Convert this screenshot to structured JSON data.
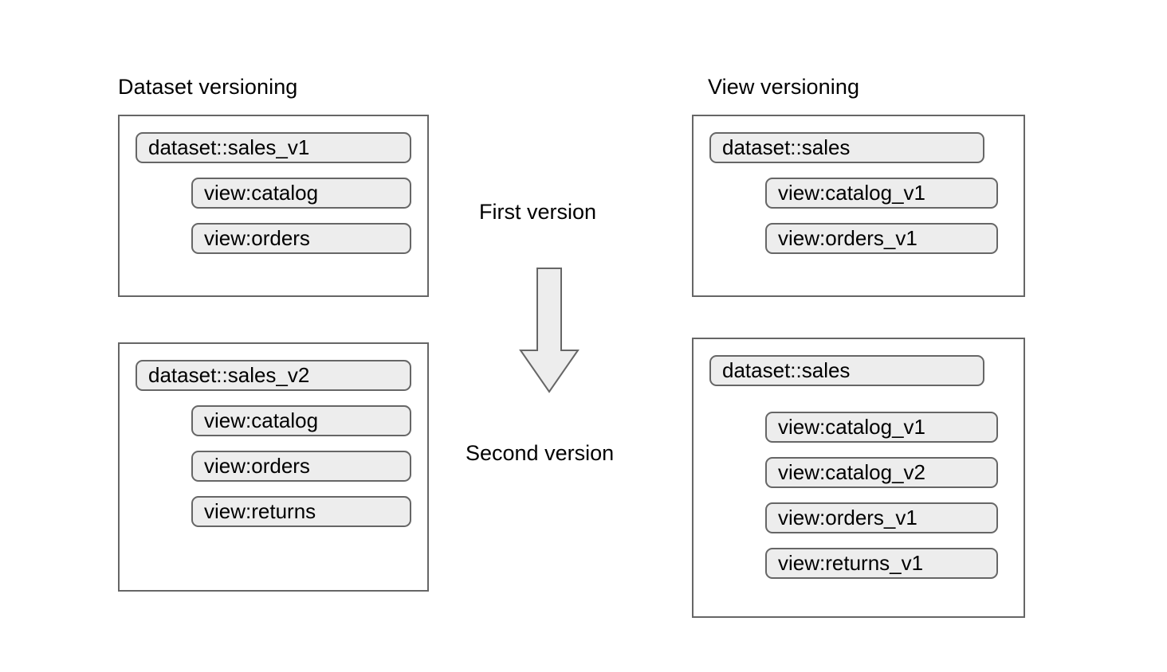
{
  "diagram": {
    "title": "Dataset versioning vs View versioning",
    "background_color": "#ffffff",
    "pill_fill_color": "#ededed",
    "border_color": "#666666",
    "text_color": "#000000"
  },
  "columns": [
    {
      "id": "dataset-versioning",
      "heading": "Dataset versioning",
      "groups": [
        {
          "id": "dataset-versioning-first",
          "dataset": "dataset::sales_v1",
          "views": [
            "view:catalog",
            "view:orders"
          ]
        },
        {
          "id": "dataset-versioning-second",
          "dataset": "dataset::sales_v2",
          "views": [
            "view:catalog",
            "view:orders",
            "view:returns"
          ]
        }
      ]
    },
    {
      "id": "view-versioning",
      "heading": "View versioning",
      "groups": [
        {
          "id": "view-versioning-first",
          "dataset": "dataset::sales",
          "views": [
            "view:catalog_v1",
            "view:orders_v1"
          ]
        },
        {
          "id": "view-versioning-second",
          "dataset": "dataset::sales",
          "views": [
            "view:catalog_v1",
            "view:catalog_v2",
            "view:orders_v1",
            "view:returns_v1"
          ]
        }
      ]
    }
  ],
  "flow": {
    "first_label": "First version",
    "second_label": "Second version",
    "arrow_icon": "arrow-down-icon",
    "arrow_fill_color": "#ededed",
    "arrow_stroke_color": "#666666"
  }
}
